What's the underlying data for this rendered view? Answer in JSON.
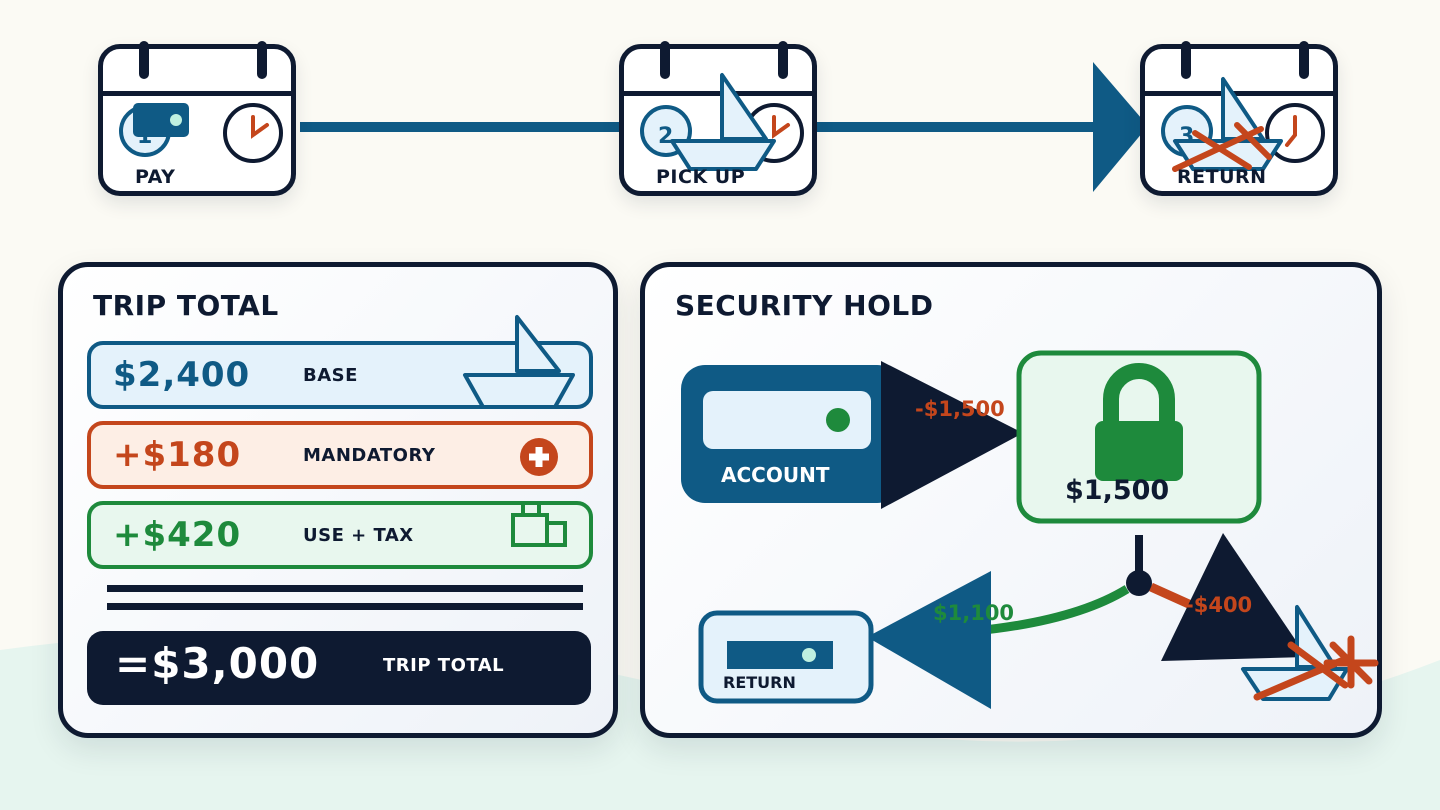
{
  "timeline": {
    "steps": [
      {
        "number": "1",
        "label": "PAY",
        "icons": [
          "card-icon",
          "clock-icon"
        ]
      },
      {
        "number": "2",
        "label": "PICK UP",
        "icons": [
          "boat-icon",
          "clock-icon"
        ]
      },
      {
        "number": "3",
        "label": "RETURN",
        "icons": [
          "damaged-boat-icon",
          "clock-icon"
        ]
      }
    ]
  },
  "trip_total": {
    "title": "TRIP TOTAL",
    "rows": [
      {
        "amount": "$2,400",
        "label": "BASE",
        "icon": "boat-icon",
        "color": "#0f5a85"
      },
      {
        "amount": "+$180",
        "label": "MANDATORY",
        "icon": "plus-circle-icon",
        "color": "#c4461c"
      },
      {
        "amount": "+$420",
        "label": "USE + TAX",
        "icon": "fuel-can-icon",
        "color": "#1e8a3c"
      }
    ],
    "total": {
      "amount": "=$3,000",
      "label": "TRIP TOTAL"
    }
  },
  "security_hold": {
    "title": "SECURITY HOLD",
    "account_label": "ACCOUNT",
    "hold_debit": "-$1,500",
    "hold_amount": "$1,500",
    "refund_amount": "$1,100",
    "damage_deduction": "-$400",
    "return_label": "RETURN"
  },
  "colors": {
    "navy": "#0e1a31",
    "blue": "#0f5a85",
    "orange": "#c4461c",
    "green": "#1e8a3c",
    "light_blue": "#e4f2fb"
  }
}
